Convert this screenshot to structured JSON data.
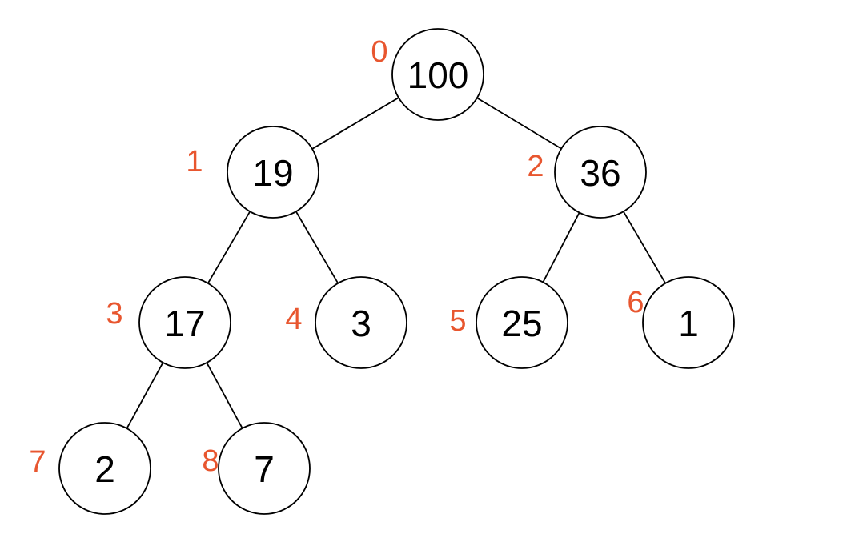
{
  "colors": {
    "index_label": "#E8562F",
    "node_fill": "#FFFFFF",
    "stroke": "#000000"
  },
  "heap": {
    "nodes": [
      {
        "index": "0",
        "value": "100"
      },
      {
        "index": "1",
        "value": "19"
      },
      {
        "index": "2",
        "value": "36"
      },
      {
        "index": "3",
        "value": "17"
      },
      {
        "index": "4",
        "value": "3"
      },
      {
        "index": "5",
        "value": "25"
      },
      {
        "index": "6",
        "value": "1"
      },
      {
        "index": "7",
        "value": "2"
      },
      {
        "index": "8",
        "value": "7"
      }
    ],
    "edges": [
      [
        0,
        1
      ],
      [
        0,
        2
      ],
      [
        1,
        3
      ],
      [
        1,
        4
      ],
      [
        2,
        5
      ],
      [
        2,
        6
      ],
      [
        3,
        7
      ],
      [
        3,
        8
      ]
    ]
  }
}
